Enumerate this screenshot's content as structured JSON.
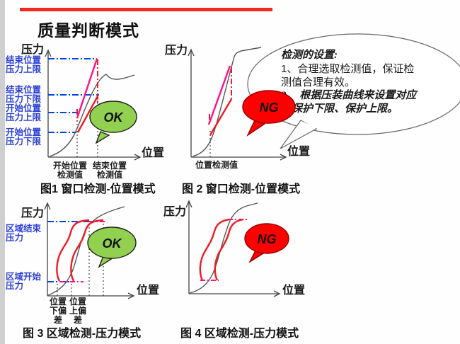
{
  "title": "质量判断模式",
  "note_bubble": {
    "line1": "检测的设置:",
    "line2": "1、合理选取检测值，保证检",
    "line3": "测值合理有效。",
    "line4": "2、 根据压装曲线来设置对应",
    "line5": "的保护下限、保护上限。"
  },
  "charts": {
    "chart1": {
      "y_axis": "压力",
      "x_axis": "位置",
      "limit1_l1": "结束位置",
      "limit1_l2": "压力上限",
      "limit2_l1": "结束位置",
      "limit2_l2": "压力下限",
      "limit3_l1": "开始位置",
      "limit3_l2": "压力上限",
      "limit4_l1": "开始位置",
      "limit4_l2": "压力下限",
      "marker1_l1": "开始位置",
      "marker1_l2": "检测值",
      "marker2_l1": "结束位置",
      "marker2_l2": "检测值",
      "result": "OK",
      "caption": "图1 窗口检测-位置模式"
    },
    "chart2": {
      "y_axis": "压力",
      "x_axis": "位置",
      "marker": "位置检测值",
      "result": "NG",
      "caption": "图 2 窗口检测-位置模式"
    },
    "chart3": {
      "y_axis": "压力",
      "x_axis": "位置",
      "limit1_l1": "区域结束",
      "limit1_l2": "压力",
      "limit2_l1": "区域开始",
      "limit2_l2": "压力",
      "marker1_l1": "位置",
      "marker1_l2": "下偏",
      "marker1_l3": "差",
      "marker2_l1": "位置",
      "marker2_l2": "上偏",
      "marker2_l3": "差",
      "result": "OK",
      "caption": "图 3 区域检测-压力模式"
    },
    "chart4": {
      "y_axis": "压力",
      "x_axis": "位置",
      "result": "NG",
      "caption": "图 4 区域检测-压力模式"
    }
  },
  "colors": {
    "accent_red": "#f3281e",
    "label_blue": "#2b3fd6",
    "limit_line_blue": "#0045e6",
    "curve_gray": "#555555",
    "curve_red": "#ed1c24",
    "curve_magenta": "#ff0f8b",
    "ok_green_fill": "#92d050",
    "ng_red_fill": "#fe0000"
  }
}
